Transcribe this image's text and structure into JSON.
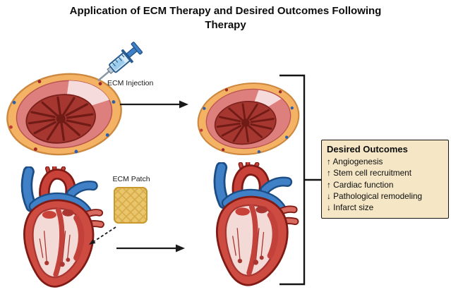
{
  "title": "Application of ECM Therapy and Desired Outcomes Following Therapy",
  "labels": {
    "injection": "ECM Injection",
    "patch": "ECM Patch"
  },
  "outcomes": {
    "title": "Desired Outcomes",
    "items": [
      "↑ Angiogenesis",
      "↑ Stem cell recruitment",
      "↑ Cardiac function",
      "↓ Pathological remodeling",
      "↓ Infarct size"
    ]
  },
  "colors": {
    "outcomes_box_bg": "#f5e7c6",
    "heart_red": "#ce4b41",
    "vessel_blue": "#3f80c6",
    "fat_yellow": "#f3b264",
    "patch_tan": "#e9c56b",
    "line_black": "#141414"
  }
}
